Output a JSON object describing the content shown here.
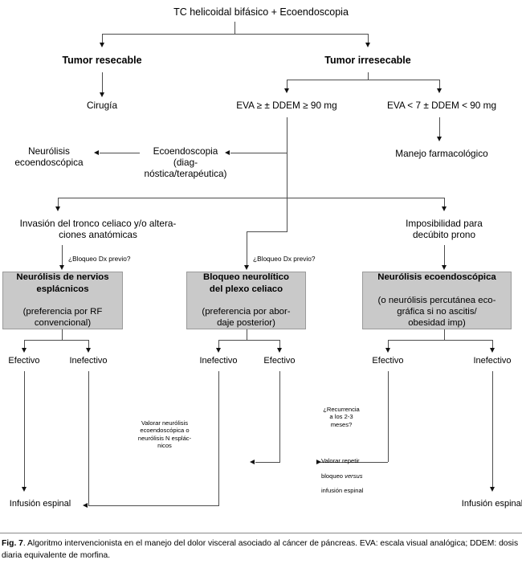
{
  "figure": {
    "label": "Fig. 7",
    "caption": ". Algoritmo intervencionista en el manejo del dolor visceral asociado al cáncer de páncreas. EVA: escala visual analógica; DDEM: dosis diaria equivalente de morfina."
  },
  "colors": {
    "box_fill": "#c9c9c9",
    "box_border": "#9a9a9a",
    "line": "#4d4d4d",
    "arrow": "#111111",
    "background": "#ffffff",
    "text": "#000000"
  },
  "chart_data": {
    "type": "diagram",
    "title": "Algoritmo intervencionista en el manejo del dolor visceral asociado al cáncer de páncreas",
    "orientation": "top-down flowchart",
    "nodes": [
      {
        "id": "n1",
        "text": "TC helicoidal bifásico + Ecoendoscopia",
        "style": "plain",
        "level": 0
      },
      {
        "id": "n2",
        "text": "Tumor resecable",
        "style": "plain-bold",
        "level": 1
      },
      {
        "id": "n3",
        "text": "Tumor irresecable",
        "style": "plain-bold",
        "level": 1
      },
      {
        "id": "n4",
        "text": "Cirugía",
        "style": "plain",
        "level": 2
      },
      {
        "id": "n5",
        "text": "EVA ≥ ± DDEM ≥ 90 mg",
        "style": "plain",
        "level": 2
      },
      {
        "id": "n6",
        "text": "EVA < 7 ± DDEM < 90 mg",
        "style": "plain",
        "level": 2
      },
      {
        "id": "n7",
        "text": "Manejo farmacológico",
        "style": "plain",
        "level": 3
      },
      {
        "id": "n8",
        "text": "Ecoendoscopia (diag-\nnóstica/terapéutica)",
        "style": "plain",
        "level": 3
      },
      {
        "id": "n9",
        "text": "Neurólisis\necoendoscópica",
        "style": "plain",
        "level": 3
      },
      {
        "id": "n10",
        "text": "Invasión del tronco celiaco y/o altera-\nciones anatómicas",
        "style": "plain",
        "level": 4
      },
      {
        "id": "n11",
        "text": "Imposibilidad para\ndecúbito prono",
        "style": "plain",
        "level": 4
      },
      {
        "id": "n12",
        "text": "Neurólisis de nervios\nesplácnicos\n(preferencia por RF\nconvencional)",
        "style": "gray-box",
        "level": 5
      },
      {
        "id": "n13",
        "text": "Bloqueo neurolítico\ndel plexo celiaco\n(preferencia por abor-\ndaje posterior)",
        "style": "gray-box",
        "level": 5
      },
      {
        "id": "n14",
        "text": "Neurólisis ecoendoscópica\n(o neurólisis percutánea eco-\ngráfica si no ascitis/\nobesidad imp)",
        "style": "gray-box",
        "level": 5
      },
      {
        "id": "n15",
        "text": "Efectivo",
        "style": "plain",
        "level": 6
      },
      {
        "id": "n16",
        "text": "Inefectivo",
        "style": "plain",
        "level": 6
      },
      {
        "id": "n17",
        "text": "Inefectivo",
        "style": "plain",
        "level": 6
      },
      {
        "id": "n18",
        "text": "Efectivo",
        "style": "plain",
        "level": 6
      },
      {
        "id": "n19",
        "text": "Efectivo",
        "style": "plain",
        "level": 6
      },
      {
        "id": "n20",
        "text": "Inefectivo",
        "style": "plain",
        "level": 6
      },
      {
        "id": "n21",
        "text": "Valorar neurólisis\necoendoscópica o\nneurólisis N esplác-\nnicos",
        "style": "annotation",
        "level": 7
      },
      {
        "id": "n22",
        "text": "¿Recurrencia\na los 2-3\nmeses?",
        "style": "annotation",
        "level": 7
      },
      {
        "id": "n23",
        "text": "Valorar repetir\nbloqueo versus\ninfusión espinal",
        "style": "annotation",
        "level": 7
      },
      {
        "id": "n24",
        "text": "Infusión espinal",
        "style": "plain",
        "level": 8
      },
      {
        "id": "n25",
        "text": "Infusión espinal",
        "style": "plain",
        "level": 8
      }
    ],
    "edge_labels": [
      {
        "id": "e1",
        "text": "¿Bloqueo Dx previo?",
        "from": "n10",
        "to": "n12"
      },
      {
        "id": "e2",
        "text": "¿Bloqueo Dx previo?",
        "from": "n5",
        "to": "n13"
      }
    ],
    "edges": [
      {
        "from": "n1",
        "to": "n2"
      },
      {
        "from": "n1",
        "to": "n3"
      },
      {
        "from": "n2",
        "to": "n4"
      },
      {
        "from": "n3",
        "to": "n5"
      },
      {
        "from": "n3",
        "to": "n6"
      },
      {
        "from": "n6",
        "to": "n7"
      },
      {
        "from": "n5",
        "to": "n8"
      },
      {
        "from": "n8",
        "to": "n9"
      },
      {
        "from": "n5",
        "to": "n10"
      },
      {
        "from": "n5",
        "to": "n11"
      },
      {
        "from": "n10",
        "to": "n12"
      },
      {
        "from": "n5",
        "to": "n13"
      },
      {
        "from": "n11",
        "to": "n14"
      },
      {
        "from": "n12",
        "to": "n15"
      },
      {
        "from": "n12",
        "to": "n16"
      },
      {
        "from": "n13",
        "to": "n17"
      },
      {
        "from": "n13",
        "to": "n18"
      },
      {
        "from": "n14",
        "to": "n19"
      },
      {
        "from": "n14",
        "to": "n20"
      },
      {
        "from": "n15",
        "to": "n24"
      },
      {
        "from": "n16",
        "to": "n21"
      },
      {
        "from": "n21",
        "to": "n24"
      },
      {
        "from": "n17",
        "to": "n24"
      },
      {
        "from": "n18",
        "to": "n22"
      },
      {
        "from": "n22",
        "to": "n23"
      },
      {
        "from": "n19",
        "to": "n23"
      },
      {
        "from": "n20",
        "to": "n25"
      }
    ]
  },
  "nodes": {
    "root": {
      "text": "TC helicoidal bifásico + Ecoendoscopia"
    },
    "tumor_resecable": {
      "text": "Tumor resecable"
    },
    "tumor_irresecable": {
      "text": "Tumor irresecable"
    },
    "cirugia": {
      "text": "Cirugía"
    },
    "eva_high": {
      "text": "EVA ≥ ± DDEM ≥ 90 mg"
    },
    "eva_low": {
      "text": "EVA < 7 ± DDEM < 90 mg"
    },
    "manejo_farm": {
      "text": "Manejo farmacológico"
    },
    "ecoendoscopia": {
      "text": "Ecoendoscopia (diag-\nnóstica/terapéutica)"
    },
    "neurolisis_eco": {
      "text": "Neurólisis\necoendoscópica"
    },
    "invasion": {
      "text": "Invasión del tronco celiaco y/o altera-\nciones anatómicas"
    },
    "imposibilidad": {
      "text": "Imposibilidad para\ndecúbito prono"
    },
    "box_left_title": {
      "text": "Neurólisis de nervios\nesplácnicos"
    },
    "box_left_sub": {
      "text": "(preferencia por RF\nconvencional)"
    },
    "box_mid_title": {
      "text": "Bloqueo neurolítico\ndel plexo celiaco"
    },
    "box_mid_sub": {
      "text": "(preferencia por abor-\ndaje posterior)"
    },
    "box_right_title": {
      "text": "Neurólisis ecoendoscópica"
    },
    "box_right_sub": {
      "text": "(o neurólisis percutánea eco-\ngráfica si no ascitis/\nobesidad imp)"
    },
    "efectivo_1": {
      "text": "Efectivo"
    },
    "inefectivo_1": {
      "text": "Inefectivo"
    },
    "inefectivo_2": {
      "text": "Inefectivo"
    },
    "efectivo_2": {
      "text": "Efectivo"
    },
    "efectivo_3": {
      "text": "Efectivo"
    },
    "inefectivo_3": {
      "text": "Inefectivo"
    },
    "valorar_neurolisis": {
      "text": "Valorar neurólisis\necoendoscópica o\nneurólisis N esplác-\nnicos"
    },
    "recurrencia": {
      "text": "¿Recurrencia\na los 2-3\nmeses?"
    },
    "valorar_repetir_a": {
      "text": "Valorar repetir"
    },
    "valorar_repetir_b": {
      "text": "bloqueo "
    },
    "valorar_repetir_it": {
      "text": "versus"
    },
    "valorar_repetir_c": {
      "text": "infusión espinal"
    },
    "infusion_left": {
      "text": "Infusión espinal"
    },
    "infusion_right": {
      "text": "Infusión espinal"
    },
    "bloqueo_dx_1": {
      "text": "¿Bloqueo Dx previo?"
    },
    "bloqueo_dx_2": {
      "text": "¿Bloqueo Dx previo?"
    }
  }
}
